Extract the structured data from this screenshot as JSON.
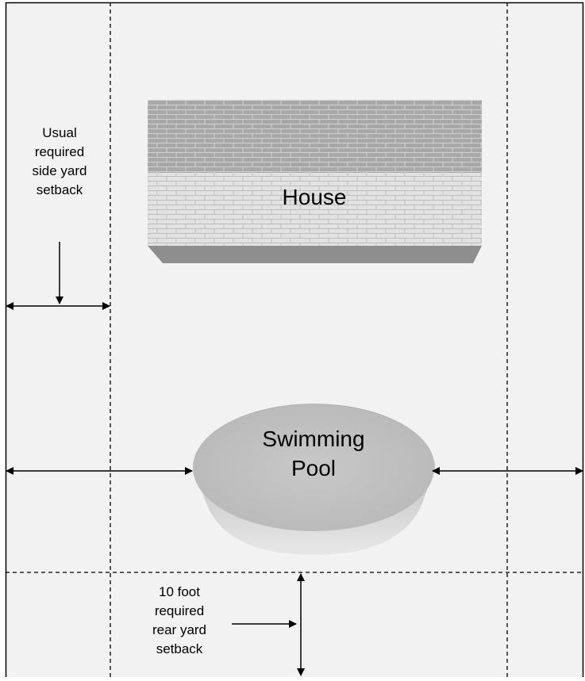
{
  "labels": {
    "house": "House",
    "pool_line1": "Swimming",
    "pool_line2": "Pool",
    "side_setback": [
      "Usual",
      "required",
      "side yard",
      "setback"
    ],
    "rear_setback": [
      "10 foot",
      "required",
      "rear yard",
      "setback"
    ]
  },
  "colors": {
    "background": "#f2f2f2",
    "border": "#000000",
    "house_roof": "#a6a6a6",
    "house_wall": "#e4e4e4",
    "house_base": "#8c8c8c",
    "brick_lines": "#ffffff",
    "pool_top": "#c2c2c2",
    "pool_side": "#9e9e9e"
  }
}
